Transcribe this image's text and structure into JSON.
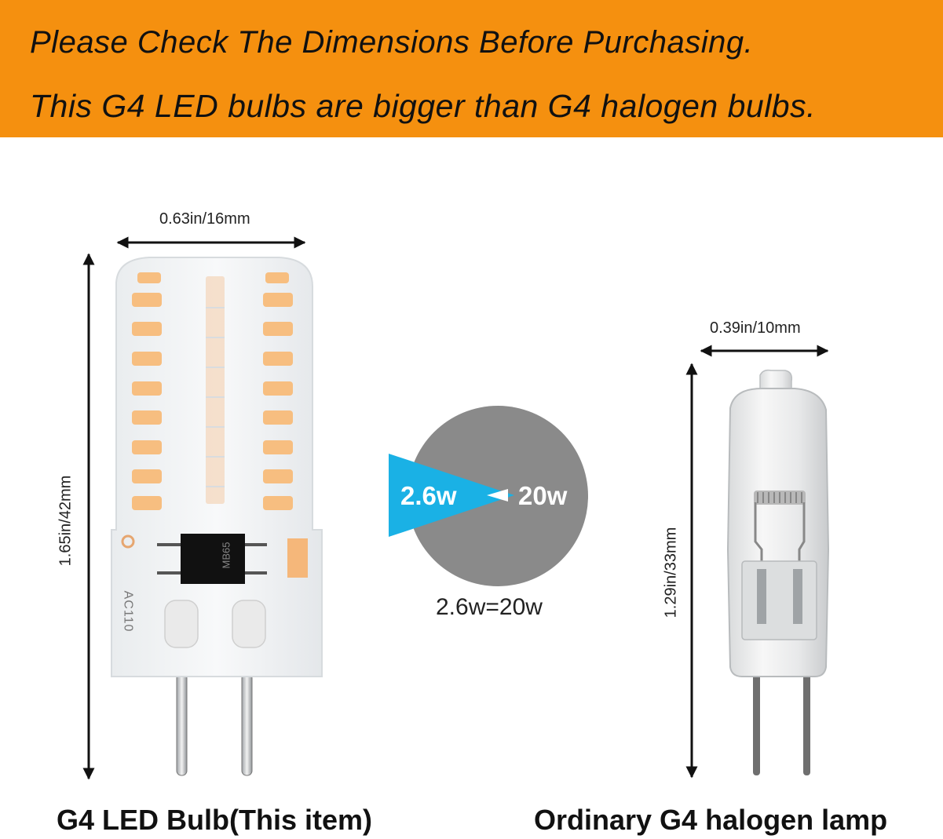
{
  "banner": {
    "line1": "Please Check The Dimensions Before Purchasing.",
    "line2": "This G4 LED bulbs are bigger than G4 halogen bulbs.",
    "background_color": "#f5900f"
  },
  "led_bulb": {
    "width_label": "0.63in/16mm",
    "height_label": "1.65in/42mm",
    "chip_label": "MB65",
    "base_label": "AC110",
    "caption": "G4 LED Bulb(This item)",
    "led_color": "#f7be80"
  },
  "comparison": {
    "led_watt": "2.6w",
    "halogen_watt": "20w",
    "equation": "2.6w=20w",
    "led_color": "#1ab1e5",
    "halogen_color": "#8a8a8a"
  },
  "halogen_bulb": {
    "width_label": "0.39in/10mm",
    "height_label": "1.29in/33mm",
    "caption": "Ordinary G4 halogen lamp"
  }
}
